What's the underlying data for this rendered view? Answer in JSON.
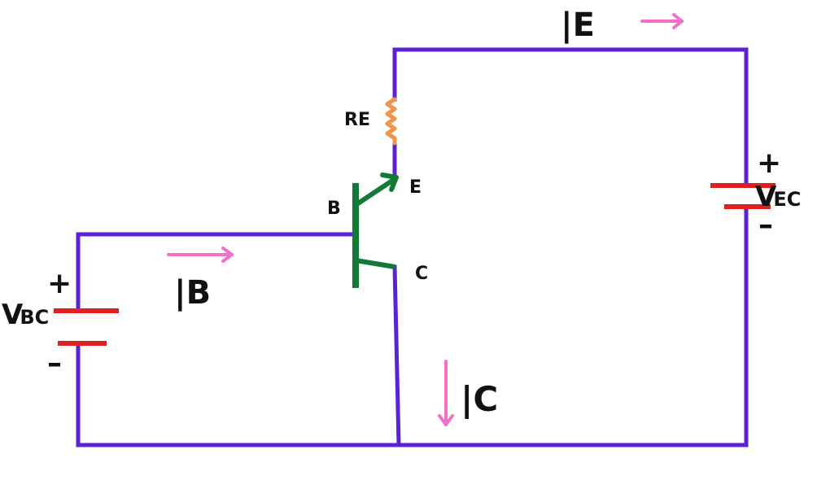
{
  "labels": {
    "current_emitter": "|E",
    "current_base": "|B",
    "current_collector": "|C",
    "resistor": "RE",
    "terminal_base": "B",
    "terminal_emitter": "E",
    "terminal_collector": "C",
    "source_left_main": "V",
    "source_left_sub": "BC",
    "source_right_main": "V",
    "source_right_sub": "EC",
    "plus": "+",
    "minus": "–"
  },
  "colors": {
    "wire": "#5a22d6",
    "battery": "#e02020",
    "transistor": "#137a35",
    "resistor": "#f0944a",
    "current_arrow": "#f36fc8",
    "text": "#111111"
  }
}
